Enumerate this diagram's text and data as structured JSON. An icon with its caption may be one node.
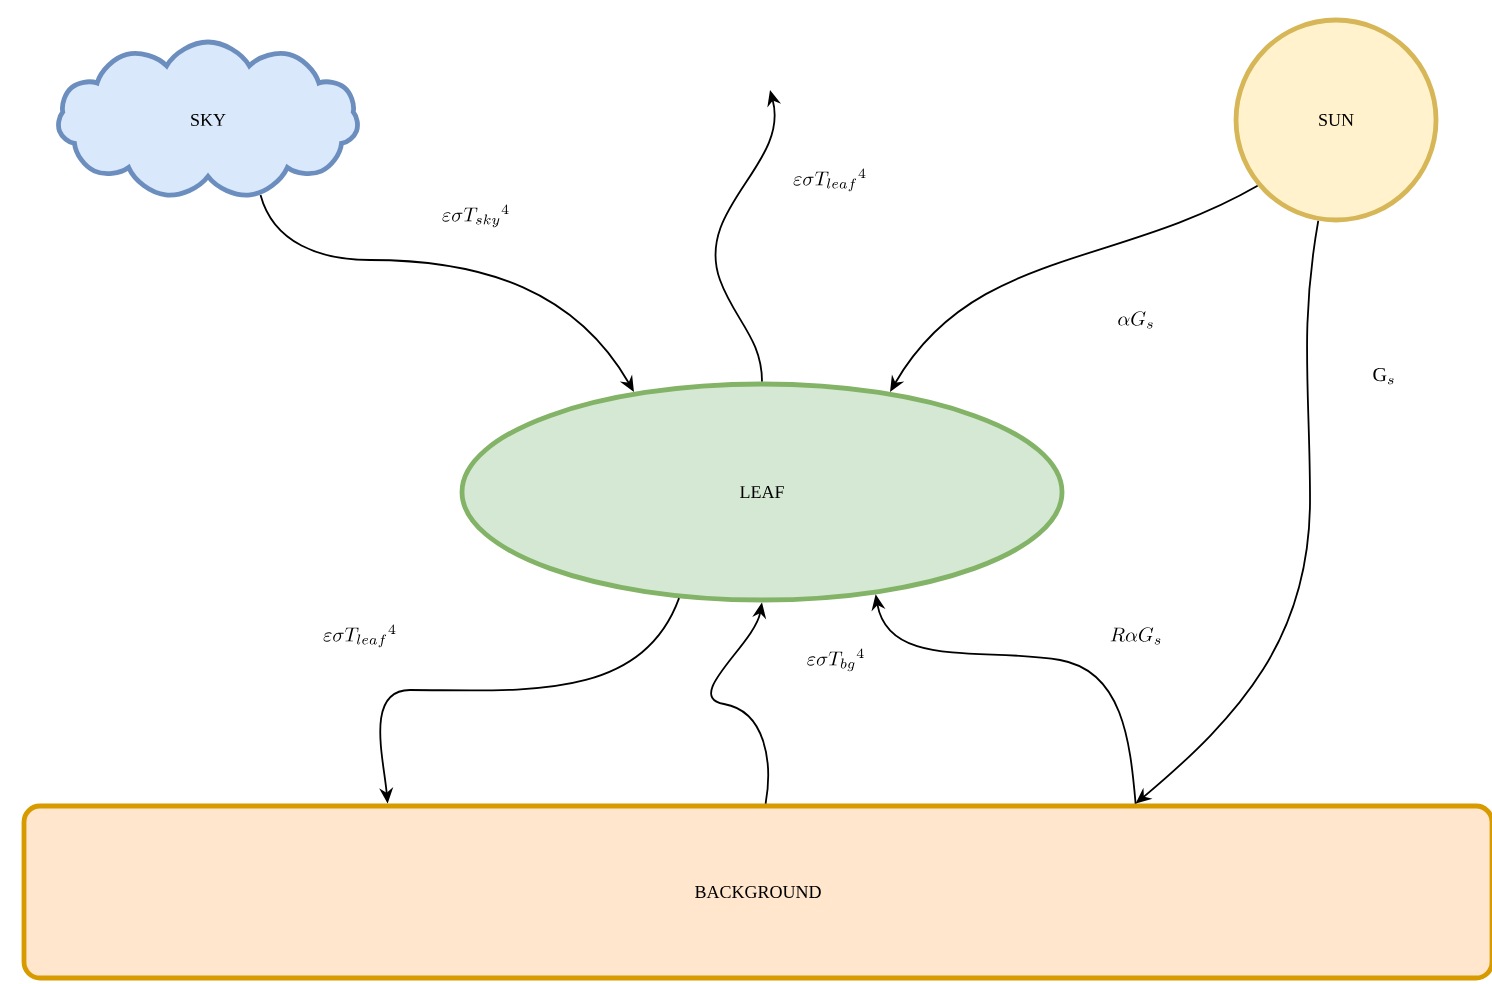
{
  "diagram": {
    "nodes": [
      {
        "text": [
          "SKY"
        ]
      },
      {
        "text": [
          "SUN"
        ]
      },
      {
        "text": [
          "LEAF"
        ]
      },
      {
        "text": [
          "BACKGROUND"
        ]
      }
    ],
    "edges": [
      {
        "from": 0,
        "to": 2,
        "arrow": "to",
        "label": "\\varepsilon\\sigma T_{sky}{}^{4}"
      },
      {
        "from": 2,
        "to": null,
        "arrow": "to",
        "label": "\\varepsilon\\sigma T_{leaf}{}^{4}"
      },
      {
        "from": 1,
        "to": 2,
        "arrow": "to",
        "label": "\\alpha G_{s}"
      },
      {
        "from": 1,
        "to": 3,
        "arrow": "to",
        "label": "\\mathrm{G}_{s}"
      },
      {
        "from": 2,
        "to": 3,
        "arrow": "to",
        "label": "\\varepsilon\\sigma T_{leaf}{}^{4}"
      },
      {
        "from": 3,
        "to": 2,
        "arrow": "to",
        "label": "\\varepsilon\\sigma T_{bg}{}^{4}"
      },
      {
        "from": 3,
        "to": 2,
        "arrow": "to",
        "label": "R\\alpha G_{s}"
      }
    ]
  }
}
